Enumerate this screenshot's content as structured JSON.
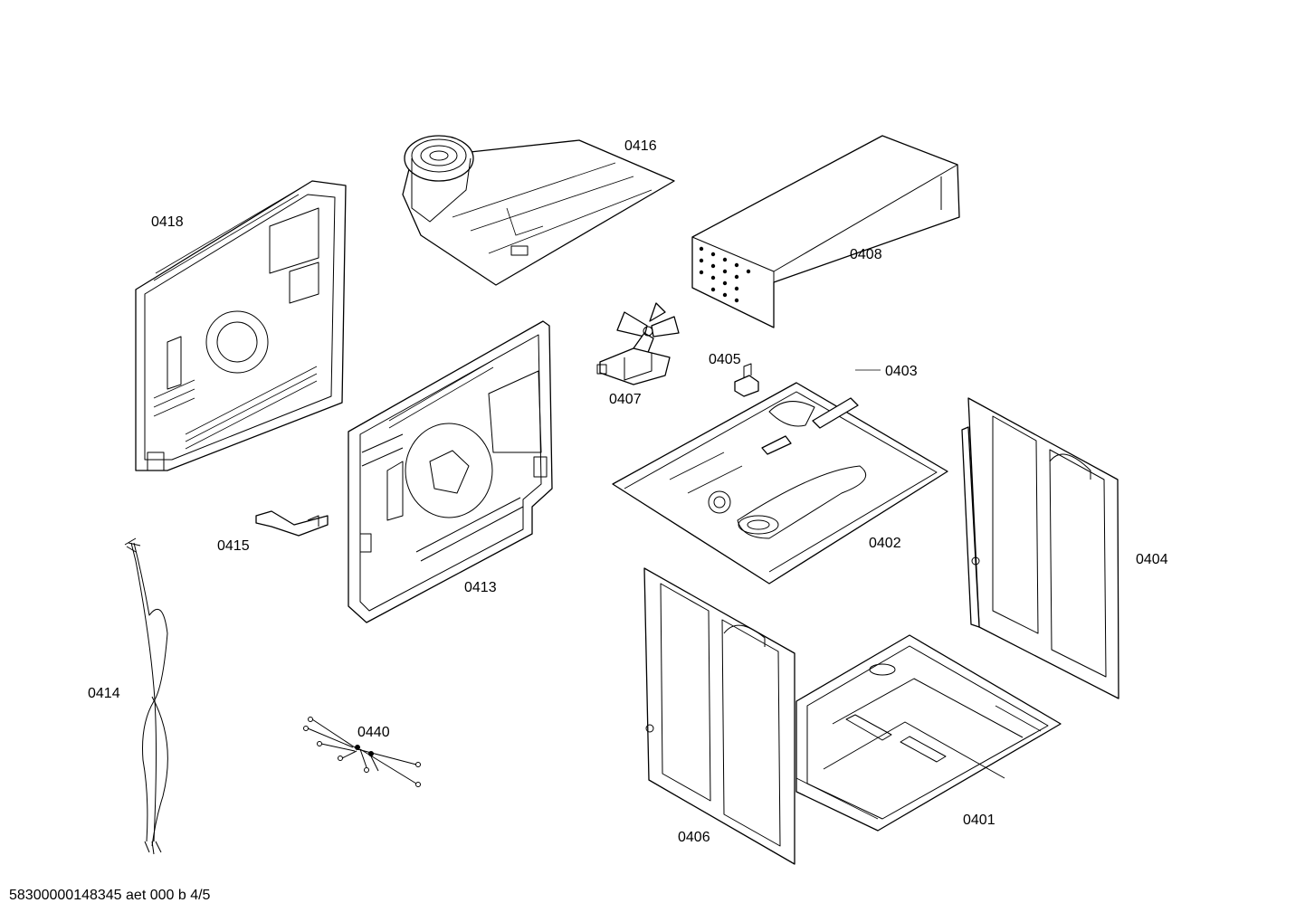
{
  "labels": {
    "p0401": "0401",
    "p0402": "0402",
    "p0403": "0403",
    "p0404": "0404",
    "p0405": "0405",
    "p0406": "0406",
    "p0407": "0407",
    "p0408": "0408",
    "p0413": "0413",
    "p0414": "0414",
    "p0415": "0415",
    "p0416": "0416",
    "p0418": "0418",
    "p0440": "0440"
  },
  "footer": "58300000148345 aet 000 b 4/5"
}
